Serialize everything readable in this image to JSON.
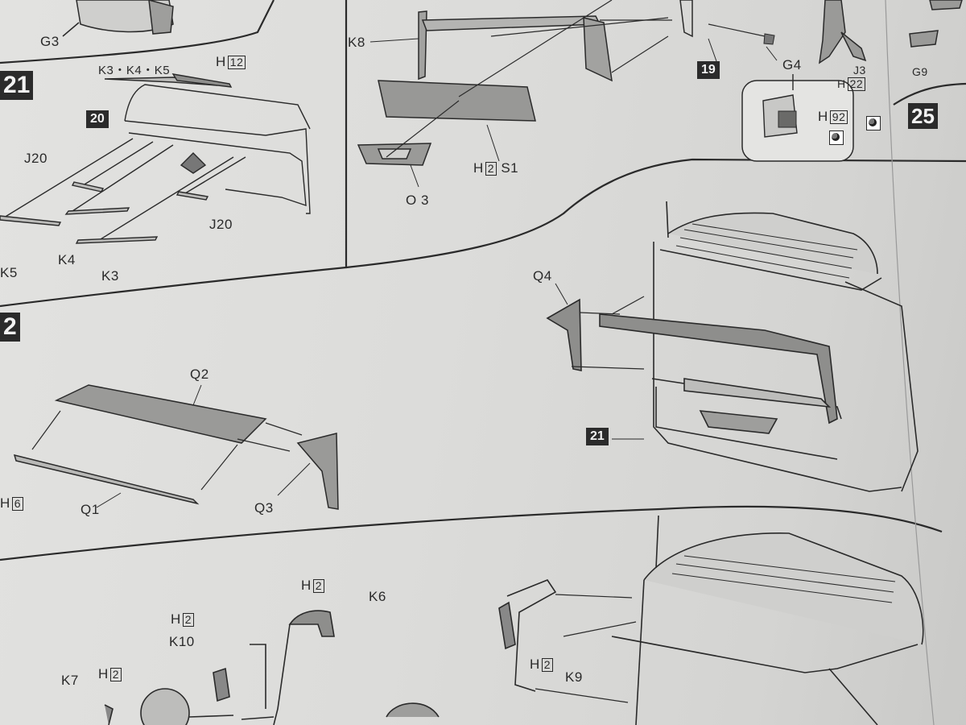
{
  "steps": {
    "step_19": "19",
    "step_20": "20",
    "step_21_header": "21",
    "step_21_ref": "21",
    "step_22_header": "2",
    "step_25_header": "25"
  },
  "labels": {
    "g3": "G3",
    "k3_k4_k5": "K3・K4・K5",
    "h12_prefix": "H",
    "h12_num": "12",
    "j20_top": "J20",
    "j20_bottom": "J20",
    "k5": "K5",
    "k4": "K4",
    "k3": "K3",
    "k8": "K8",
    "h2_s1_prefix": "H",
    "h2_s1_num": "2",
    "s1": "S1",
    "o3": "O 3",
    "g4": "G4",
    "h92_prefix": "H",
    "h92_num": "92",
    "h22_prefix": "H",
    "h22_num": "22",
    "j3": "J3",
    "g9": "G9",
    "q4": "Q4",
    "q2": "Q2",
    "h6_prefix": "H",
    "h6_num": "6",
    "q1": "Q1",
    "q3": "Q3",
    "h2_k6_prefix": "H",
    "h2_k6_num": "2",
    "k6": "K6",
    "h2_k10_prefix": "H",
    "h2_k10_num": "2",
    "k10": "K10",
    "k7": "K7",
    "h2_k7_prefix": "H",
    "h2_k7_num": "2",
    "h2_k9_prefix": "H",
    "h2_k9_num": "2",
    "k9": "K9"
  },
  "colors": {
    "paper": "#dcdcda",
    "ink": "#2a2a2a",
    "part_fill": "#9a9a9a",
    "step_badge": "#2b2b2b"
  },
  "icons": [
    "paint-color-icon",
    "paint-color-icon"
  ]
}
